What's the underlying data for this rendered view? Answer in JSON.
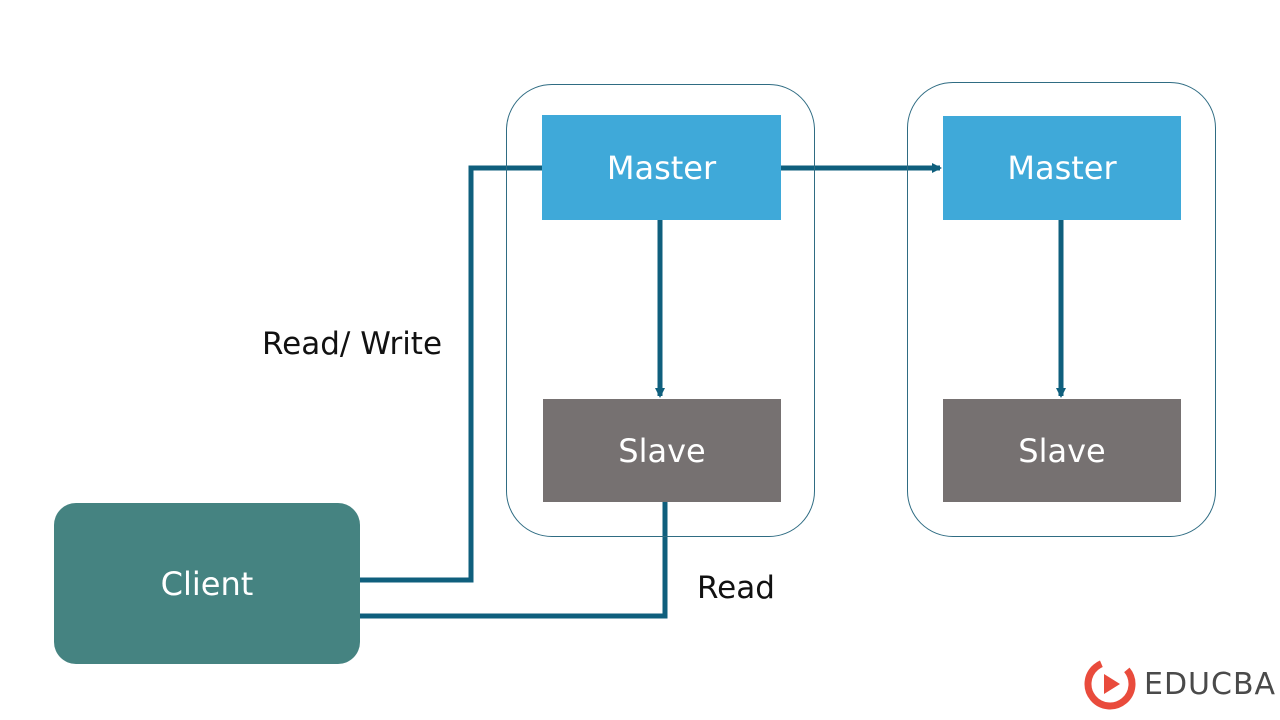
{
  "diagram": {
    "nodes": {
      "master1": "Master",
      "slave1": "Slave",
      "master2": "Master",
      "slave2": "Slave",
      "client": "Client"
    },
    "edges": {
      "read_write": "Read/ Write",
      "read": "Read"
    }
  },
  "logo": {
    "text": "EDUCBA"
  },
  "colors": {
    "master": "#3fa9d9",
    "slave": "#767171",
    "client": "#458381",
    "line": "#0f5f7d",
    "logo_accent": "#e94b3c"
  }
}
